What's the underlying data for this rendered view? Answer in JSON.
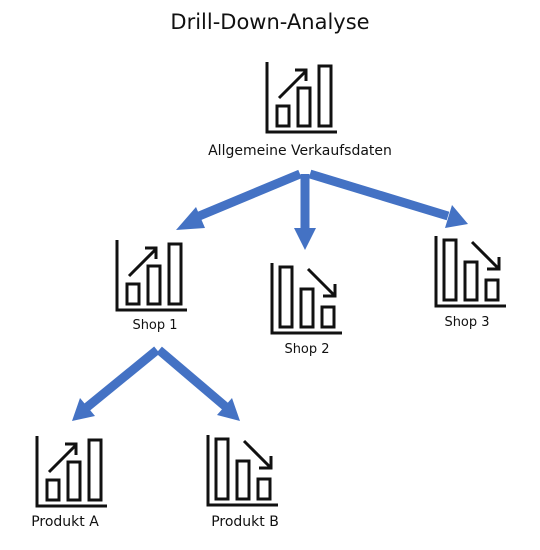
{
  "title": "Drill-Down-Analyse",
  "colors": {
    "arrow": "#4472C4",
    "icon": "#111111"
  },
  "nodes": {
    "root": {
      "label": "Allgemeine Verkaufsdaten",
      "trend": "up",
      "icon": "bar-chart-up-icon"
    },
    "shop1": {
      "label": "Shop 1",
      "trend": "up",
      "icon": "bar-chart-up-icon"
    },
    "shop2": {
      "label": "Shop 2",
      "trend": "down",
      "icon": "bar-chart-down-icon"
    },
    "shop3": {
      "label": "Shop 3",
      "trend": "down",
      "icon": "bar-chart-down-icon"
    },
    "produkt_a": {
      "label": "Produkt A",
      "trend": "up",
      "icon": "bar-chart-up-icon"
    },
    "produkt_b": {
      "label": "Produkt B",
      "trend": "down",
      "icon": "bar-chart-down-icon"
    }
  },
  "edges": [
    {
      "from": "root",
      "to": "shop1"
    },
    {
      "from": "root",
      "to": "shop2"
    },
    {
      "from": "root",
      "to": "shop3"
    },
    {
      "from": "shop1",
      "to": "produkt_a"
    },
    {
      "from": "shop1",
      "to": "produkt_b"
    }
  ]
}
